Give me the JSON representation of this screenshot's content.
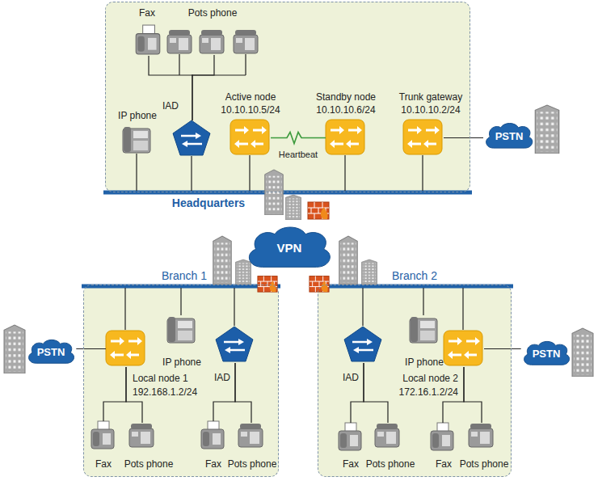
{
  "diagram": {
    "nodes": [
      {
        "text": [
          "Headquarters"
        ]
      },
      {
        "text": [
          "Fax"
        ],
        "in": 0
      },
      {
        "text": [
          "Pots phone"
        ],
        "in": 0
      },
      {
        "text": [
          "IP phone"
        ],
        "in": 0
      },
      {
        "text": [
          "IAD"
        ],
        "in": 0
      },
      {
        "text": [
          "Active node",
          "10.10.10.5/24"
        ],
        "in": 0
      },
      {
        "text": [
          "Standby node",
          "10.10.10.6/24"
        ],
        "in": 0
      },
      {
        "text": [
          "Trunk gateway",
          "10.10.10.2/24"
        ],
        "in": 0
      },
      {
        "text": [
          "PSTN"
        ]
      },
      {
        "text": [
          "VPN"
        ]
      },
      {
        "text": [
          "Branch 1"
        ]
      },
      {
        "text": [
          "Local node 1",
          "192.168.1.2/24"
        ],
        "in": 10
      },
      {
        "text": [
          "IP phone"
        ],
        "in": 10
      },
      {
        "text": [
          "IAD"
        ],
        "in": 10
      },
      {
        "text": [
          "Fax"
        ],
        "in": 10
      },
      {
        "text": [
          "Pots phone"
        ],
        "in": 10
      },
      {
        "text": [
          "Fax"
        ],
        "in": 10
      },
      {
        "text": [
          "Pots phone"
        ],
        "in": 10
      },
      {
        "text": [
          "PSTN"
        ]
      },
      {
        "text": [
          "Branch 2"
        ]
      },
      {
        "text": [
          "IAD"
        ],
        "in": 19
      },
      {
        "text": [
          "IP phone"
        ],
        "in": 19
      },
      {
        "text": [
          "Local node 2",
          "172.16.1.2/24"
        ],
        "in": 19
      },
      {
        "text": [
          "Fax"
        ],
        "in": 19
      },
      {
        "text": [
          "Pots phone"
        ],
        "in": 19
      },
      {
        "text": [
          "Fax"
        ],
        "in": 19
      },
      {
        "text": [
          "Pots phone"
        ],
        "in": 19
      },
      {
        "text": [
          "PSTN"
        ]
      }
    ],
    "edges": [
      {
        "from": 5,
        "to": 6,
        "arrow": "none",
        "label": "Heartbeat"
      },
      {
        "from": 7,
        "to": 8,
        "arrow": "none"
      },
      {
        "from": 11,
        "to": 18,
        "arrow": "none"
      },
      {
        "from": 22,
        "to": 27,
        "arrow": "none"
      },
      {
        "from": 4,
        "to": 1,
        "arrow": "none"
      },
      {
        "from": 4,
        "to": 2,
        "arrow": "none"
      },
      {
        "from": 11,
        "to": 14,
        "arrow": "none"
      },
      {
        "from": 11,
        "to": 15,
        "arrow": "none"
      },
      {
        "from": 13,
        "to": 16,
        "arrow": "none"
      },
      {
        "from": 13,
        "to": 17,
        "arrow": "none"
      },
      {
        "from": 20,
        "to": 23,
        "arrow": "none"
      },
      {
        "from": 20,
        "to": 24,
        "arrow": "none"
      },
      {
        "from": 22,
        "to": 25,
        "arrow": "none"
      },
      {
        "from": 22,
        "to": 26,
        "arrow": "none"
      }
    ]
  }
}
